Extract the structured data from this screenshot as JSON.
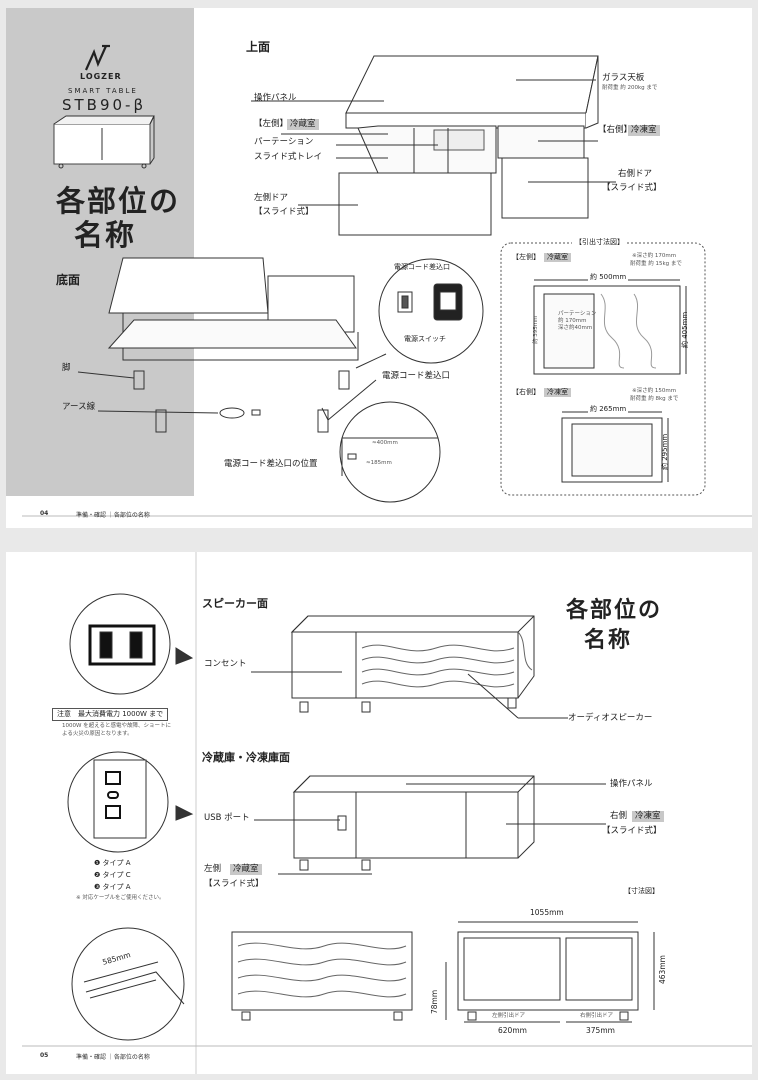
{
  "page1": {
    "brand": {
      "logo": "LOGZER",
      "line1": "SMART TABLE",
      "model": "STB90-β"
    },
    "title": {
      "line1": "各部位の",
      "line2": "名称"
    },
    "top_section": {
      "heading": "上面",
      "glass_top": "ガラス天板",
      "glass_load": "耐荷重 約 200kg まで",
      "control_panel": "操作パネル",
      "left_prefix": "【左側】",
      "left_tag": "冷蔵室",
      "partition": "パーテーション",
      "slide_tray": "スライド式トレイ",
      "left_door": "左側ドア",
      "left_door_type": "【スライド式】",
      "right_prefix": "【右側】",
      "right_tag": "冷凍室",
      "right_door": "右側ドア",
      "right_door_type": "【スライド式】"
    },
    "bottom_section": {
      "heading": "底面",
      "leg": "脚",
      "earth_wire": "アース線",
      "power_port_top": "電源コード差込口",
      "power_switch": "電源スイッチ",
      "power_port": "電源コード差込口",
      "power_port_position": "電源コード差込口の位置",
      "dim_400": "≈400mm",
      "dim_185": "≈185mm"
    },
    "drawer_dims": {
      "title": "【引出寸法図】",
      "left_prefix": "【左側】",
      "left_tag": "冷蔵室",
      "left_note1": "※深さ約 170mm",
      "left_note2": "耐荷重 約 15kg まで",
      "left_width": "約 500mm",
      "left_height": "約 405mm",
      "partition_label": "パーテーション",
      "partition_sub1": "約 170mm",
      "partition_sub2": "深さ約40mm",
      "left_small": "約 395mm",
      "right_prefix": "【右側】",
      "right_tag": "冷凍室",
      "right_note1": "※深さ約 150mm",
      "right_note2": "耐荷重 約 8kg まで",
      "right_width": "約 265mm",
      "right_height": "約 295mm"
    },
    "footer": {
      "page": "04",
      "text": "準備・確認 ｜各部位の名称"
    }
  },
  "page2": {
    "title": {
      "line1": "各部位の",
      "line2": "名称"
    },
    "speaker_section": {
      "heading": "スピーカー面",
      "outlet": "コンセント",
      "audio_speaker": "オーディオスピーカー",
      "warning_head": "注意　最大消費電力 1000W まで",
      "warning_line1": "1000W を超えると感電や故障、ショートに",
      "warning_line2": "よる火災の原因となります。"
    },
    "fridge_section": {
      "heading": "冷蔵庫・冷凍庫面",
      "control_panel": "操作パネル",
      "usb_port": "USB ポート",
      "right_label": "右側",
      "right_tag": "冷凍室",
      "right_type": "【スライド式】",
      "left_label": "左側",
      "left_tag": "冷蔵室",
      "left_type": "【スライド式】"
    },
    "ports": {
      "items": [
        "❶ タイプ A",
        "❷ タイプ C",
        "❸ タイプ A"
      ],
      "note": "※ 対応ケーブルをご使用ください。"
    },
    "dimensions": {
      "title": "【寸法図】",
      "width": "1055mm",
      "height": "463mm",
      "leg": "78mm",
      "left_drawer_label": "左側引出ドア",
      "left_drawer": "620mm",
      "right_drawer_label": "右側引出ドア",
      "right_drawer": "375mm",
      "depth": "585mm"
    },
    "footer": {
      "page": "05",
      "text": "準備・確認 ｜各部位の名称"
    }
  },
  "colors": {
    "sidebar": "#c9c9c9",
    "tag": "#c8c8c8",
    "line": "#333333"
  }
}
